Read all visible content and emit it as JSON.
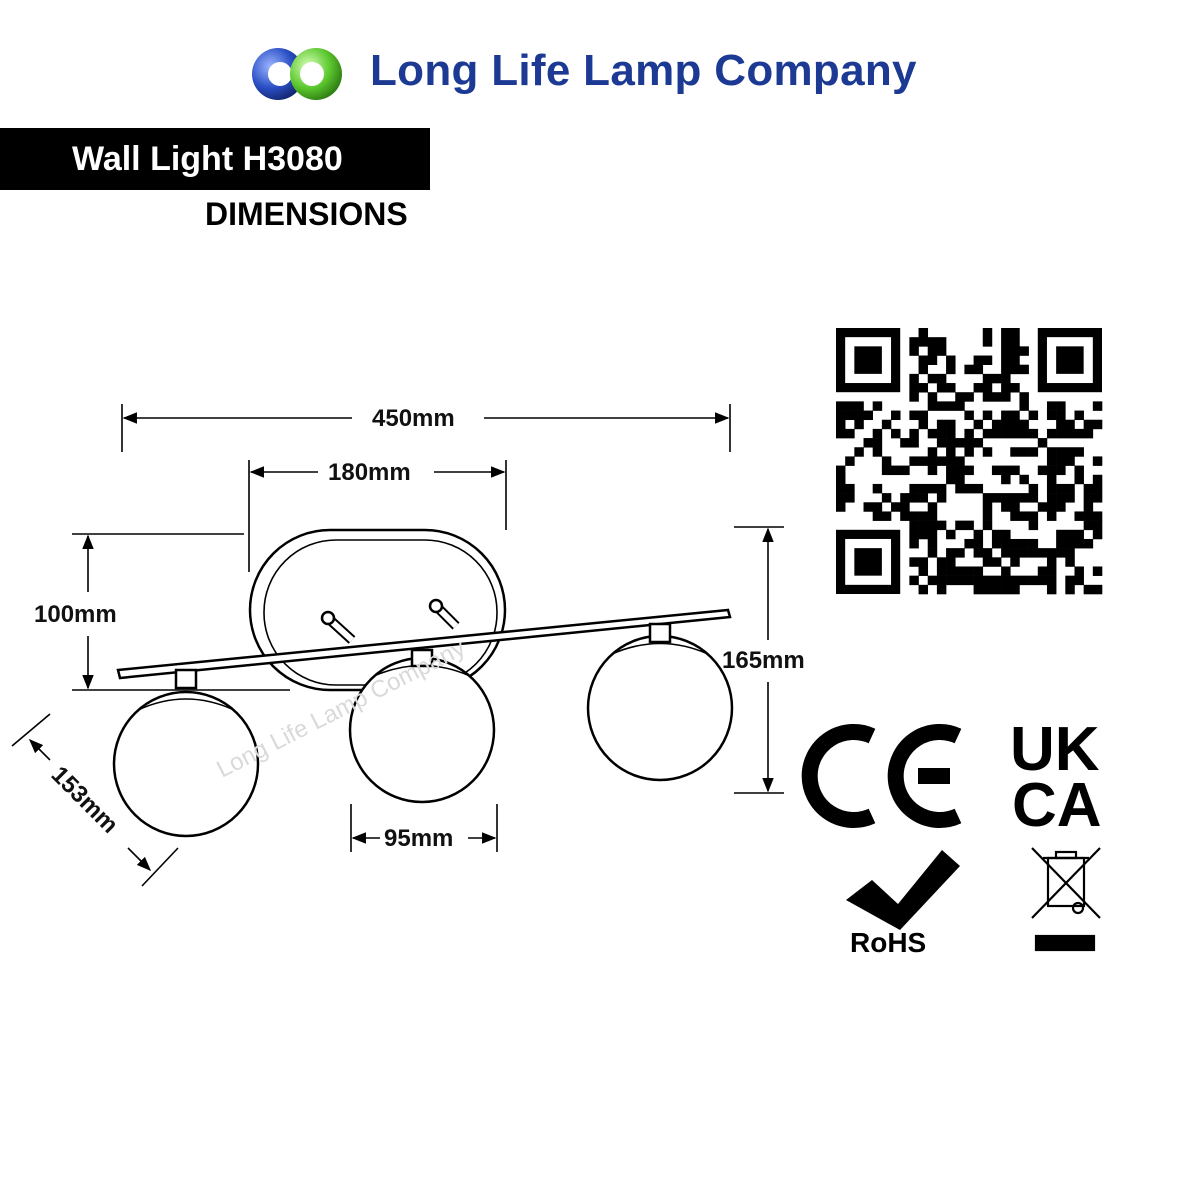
{
  "brand": {
    "name": "Long Life Lamp Company",
    "colors": {
      "text": "#1c3a94",
      "blue": "#1c3a94",
      "green": "#5cc82e"
    }
  },
  "product": {
    "title": "Wall Light H3080",
    "subtitle": "DIMENSIONS"
  },
  "dimensions": {
    "total_width": "450mm",
    "backplate_width": "180mm",
    "backplate_height": "100mm",
    "total_height": "165mm",
    "projection": "153mm",
    "globe_diameter": "95mm"
  },
  "watermark": "Long Life Lamp Company",
  "certifications": {
    "ce": "CE",
    "ukca_line1": "UK",
    "ukca_line2": "CA",
    "rohs": "RoHS",
    "weee_icon": "crossed-bin-icon"
  },
  "qr_icon": "qr-code-icon"
}
